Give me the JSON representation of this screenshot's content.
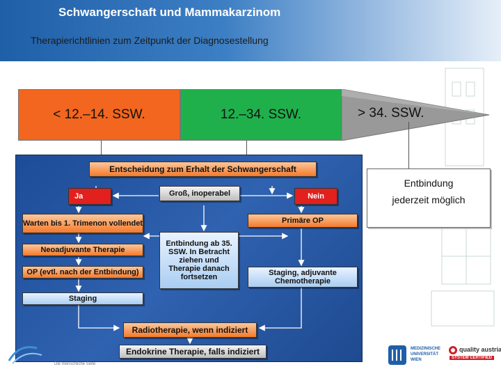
{
  "header": {
    "title": "Schwangerschaft und Mammakarzinom",
    "subtitle": "Therapierichtlinien zum Zeitpunkt der Diagnosestellung"
  },
  "phases": [
    {
      "label": "< 12.–14. SSW.",
      "color": "#f2661f"
    },
    {
      "label": "12.–34. SSW.",
      "color": "#1fb04c"
    },
    {
      "label": "> 34. SSW.",
      "color": "#999999"
    }
  ],
  "delivery_box": {
    "line1": "Entbindung",
    "line2": "jederzeit möglich"
  },
  "flowchart": {
    "decision": "Entscheidung zum Erhalt der Schwangerschaft",
    "ja": "Ja",
    "gross": "Groß, inoperabel",
    "nein": "Nein",
    "warten": "Warten bis 1. Trimenon vollendet",
    "neoadjuvant": "Neoadjuvante Therapie",
    "op": "OP (evtl. nach der Entbindung)",
    "staging": "Staging",
    "entbindung": "Entbindung ab 35. SSW. In Betracht ziehen und Therapie danach fortsetzen",
    "primaere_op": "Primäre OP",
    "staging_adj": "Staging, adjuvante Chemotherapie",
    "radio": "Radiotherapie, wenn indiziert",
    "endokrin": "Endokrine Therapie, falls indiziert"
  },
  "footer": {
    "logo_left_text": "Die menschliche Seite",
    "muw_text1": "MEDIZINISCHE",
    "muw_text2": "UNIVERSITÄT",
    "muw_text3": "WIEN",
    "qa_text": "quality austria",
    "qa_sub": "SYSTEM CERTIFIED"
  }
}
